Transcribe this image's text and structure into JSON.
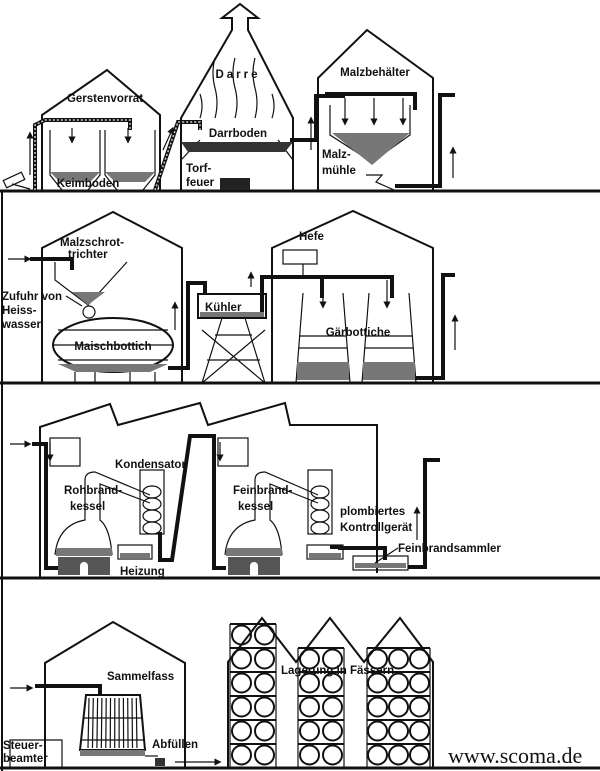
{
  "title": "Whisky-Herstellung",
  "panel1": {
    "gerstenvorrat": "Gerstenvorrat",
    "keimboden": "Keimboden",
    "darre": "Darre",
    "darrboden": "Darrboden",
    "torf1": "Torf-",
    "torf2": "feuer",
    "malzbehaelter": "Malzbehälter",
    "malz1": "Malz-",
    "malz2": "mühle"
  },
  "panel2": {
    "malzschrot1": "Malzschrot-",
    "malzschrot2": "trichter",
    "zufuhr1": "Zufuhr von",
    "zufuhr2": "Heiss-",
    "zufuhr3": "wasser",
    "maischbottich": "Maischbottich",
    "kuehler": "Kühler",
    "hefe": "Hefe",
    "gaerbottiche": "Gärbottiche"
  },
  "panel3": {
    "kondensator": "Kondensator",
    "rohbrand1": "Rohbrand-",
    "rohbrand2": "kessel",
    "heizung": "Heizung",
    "feinbrand1": "Feinbrand-",
    "feinbrand2": "kessel",
    "plombiertes": "plombiertes",
    "kontrollgeraet": "Kontrollgerät",
    "feinbrandsammler": "Feinbrandsammler"
  },
  "panel4": {
    "sammelfass": "Sammelfass",
    "steuer1": "Steuer-",
    "steuer2": "beamter",
    "abfuellen": "Abfüllen",
    "lagerung": "Lagerung in Fässern"
  },
  "watermark": "www.scoma.de"
}
